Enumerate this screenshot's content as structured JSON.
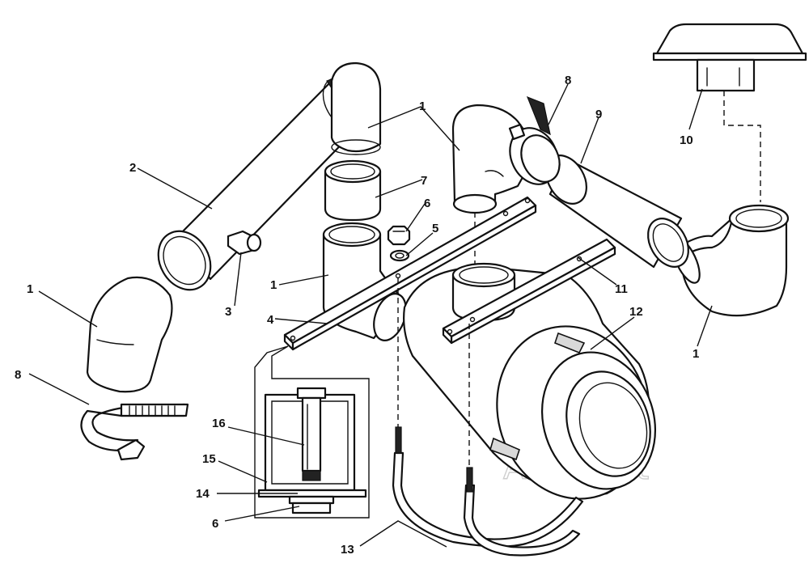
{
  "diagram": {
    "callouts": {
      "c1_left": "1",
      "c1_top_a": "1",
      "c1_mid": "1",
      "c1_right": "1",
      "c2": "2",
      "c3": "3",
      "c4": "4",
      "c5": "5",
      "c6_top": "6",
      "c6_bottom": "6",
      "c7": "7",
      "c8_top": "8",
      "c8_left": "8",
      "c9": "9",
      "c10": "10",
      "c11": "11",
      "c12": "12",
      "c13": "13",
      "c14": "14",
      "c15": "15",
      "c16": "16"
    },
    "watermark": "AutoSoft"
  }
}
